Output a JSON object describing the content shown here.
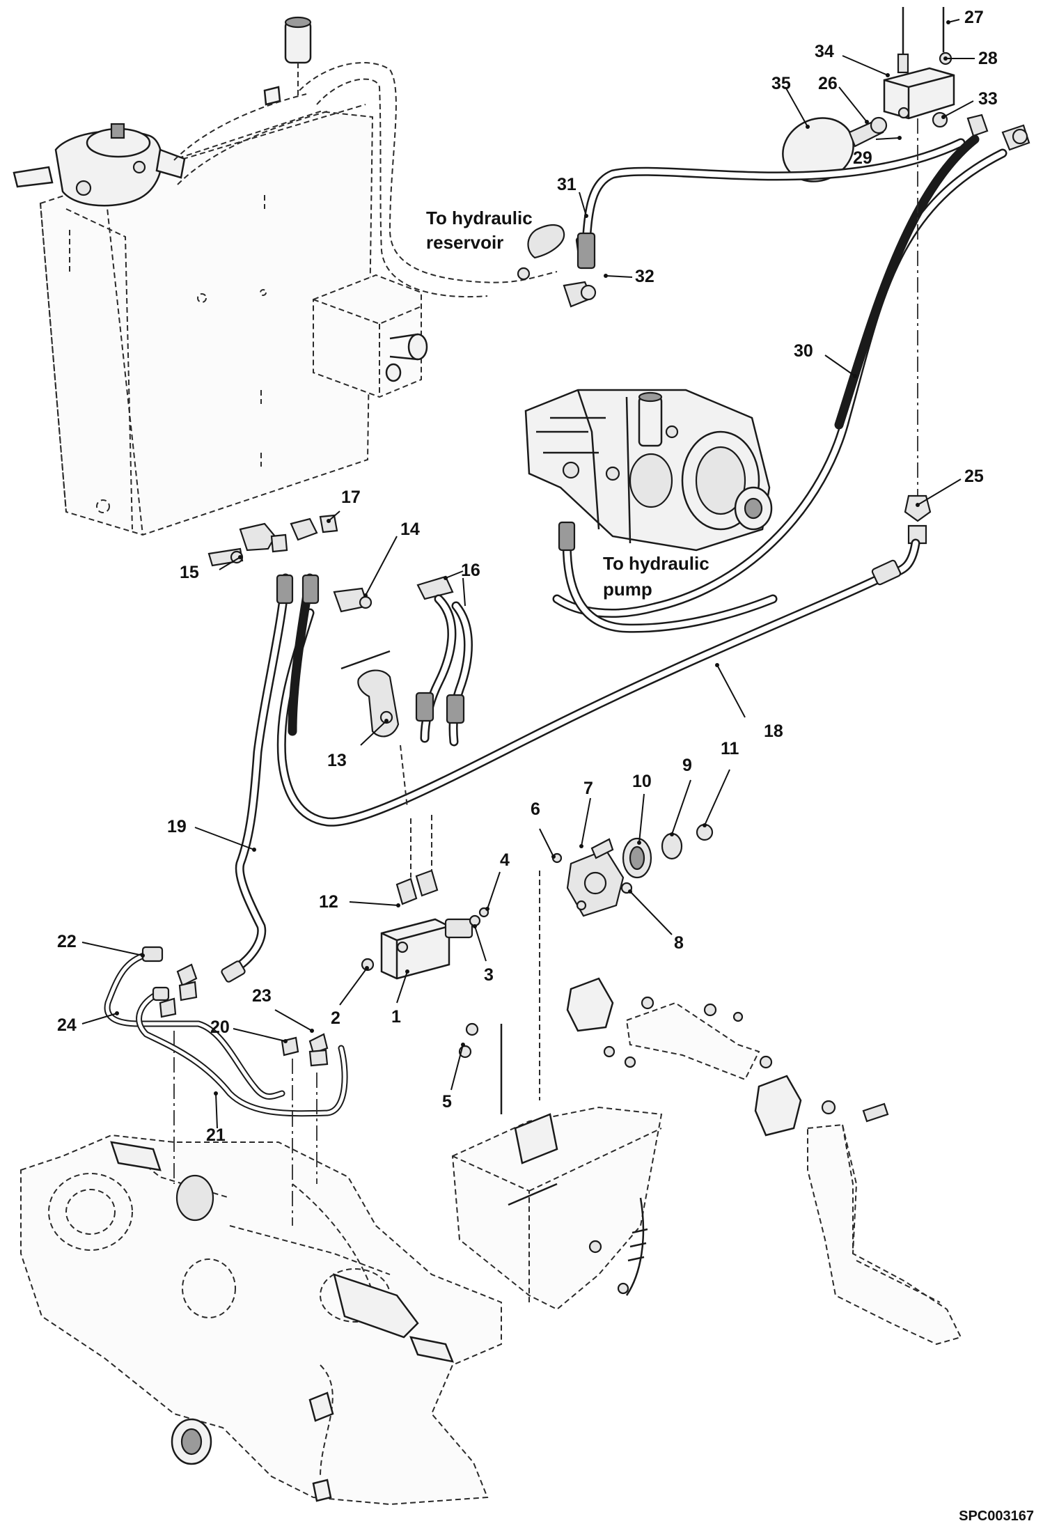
{
  "document_id": "SPC003167",
  "annotations": {
    "reservoir": "To hydraulic reservoir",
    "reservoir_line1": "To hydraulic",
    "reservoir_line2": "reservoir",
    "pump_line1": "To hydraulic",
    "pump_line2": "pump"
  },
  "callouts": [
    "1",
    "2",
    "3",
    "4",
    "5",
    "6",
    "7",
    "8",
    "9",
    "10",
    "11",
    "12",
    "13",
    "14",
    "15",
    "16",
    "17",
    "18",
    "19",
    "20",
    "21",
    "22",
    "23",
    "24",
    "25",
    "26",
    "27",
    "28",
    "29",
    "30",
    "31",
    "32",
    "33",
    "34",
    "35"
  ]
}
